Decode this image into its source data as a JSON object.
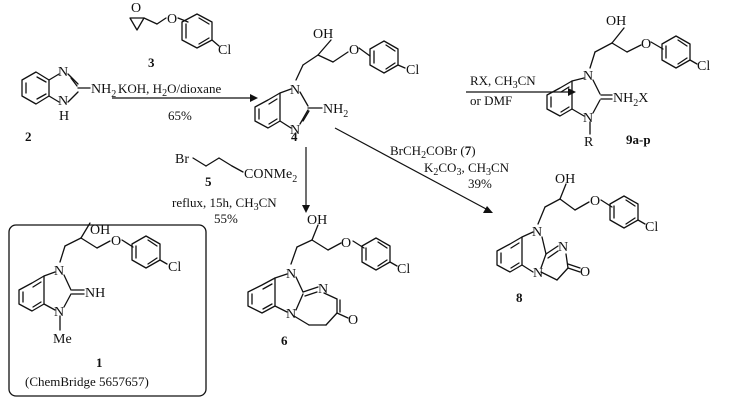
{
  "compounds": {
    "c2": {
      "number": "2"
    },
    "c3": {
      "number": "3"
    },
    "c4": {
      "number": "4"
    },
    "c5": {
      "number": "5"
    },
    "c6": {
      "number": "6"
    },
    "c8": {
      "number": "8"
    },
    "c9": {
      "number": "9a-p"
    },
    "c1": {
      "number": "1",
      "vendor": "(ChemBridge 5657657)"
    }
  },
  "atoms": {
    "N": "N",
    "H": "H",
    "NH": "NH",
    "NH2": "NH",
    "two": "2",
    "O": "O",
    "OH": "OH",
    "Cl": "Cl",
    "Br": "Br",
    "R": "R",
    "Me": "Me",
    "NH2X_a": "NH",
    "NH2X_b": "2",
    "NH2X_c": "X",
    "CONMe2_a": "CONMe",
    "CONMe2_b": "2"
  },
  "conditions": {
    "step1_reagent": "KOH, H",
    "step1_reagent_sub": "2",
    "step1_reagent_tail": "O/dioxane",
    "step1_yield": "65%",
    "step2_line1_a": "RX, CH",
    "step2_line1_sub": "3",
    "step2_line1_b": "CN",
    "step2_line2": "or DMF",
    "step3_line1_a": "reflux, 15h, CH",
    "step3_line1_sub": "3",
    "step3_line1_b": "CN",
    "step3_yield": "55%",
    "step4_line1_a": "BrCH",
    "step4_line1_sub": "2",
    "step4_line1_b": "COBr (",
    "step4_line1_num": "7",
    "step4_line1_c": ")",
    "step4_line2_a": "K",
    "step4_line2_sub1": "2",
    "step4_line2_b": "CO",
    "step4_line2_sub2": "3",
    "step4_line2_c": ", CH",
    "step4_line2_sub3": "3",
    "step4_line2_d": "CN",
    "step4_yield": "39%"
  }
}
